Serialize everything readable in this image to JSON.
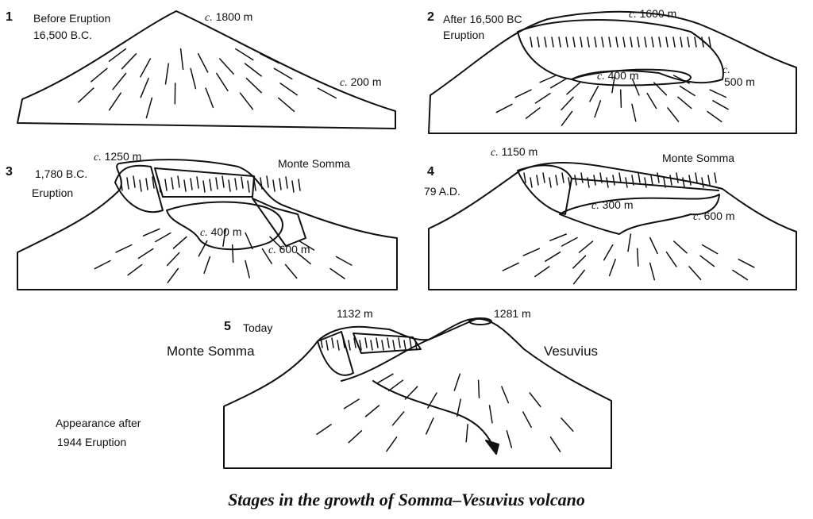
{
  "caption": "Stages in the growth of Somma–Vesuvius volcano",
  "stages": [
    {
      "number": "1",
      "title_line1": "Before  Eruption",
      "title_line2": "16,500 B.C.",
      "summit_alt": "1800 m",
      "flank_alt": "200 m"
    },
    {
      "number": "2",
      "title_line1": "After 16,500 BC",
      "title_line2": "Eruption",
      "rim_alt": "1600 m",
      "crater_alt": "400 m",
      "low_rim_alt": "500 m"
    },
    {
      "number": "3",
      "title_line1": "1,780 B.C.",
      "title_line2": "Eruption",
      "rim_alt": "1250 m",
      "crater_alt": "400 m",
      "low_rim_alt": "600 m",
      "name": "Monte Somma"
    },
    {
      "number": "4",
      "title_line1": "79 A.D.",
      "rim_alt": "1150 m",
      "crater_alt": "300 m",
      "low_rim_alt": "600 m",
      "name": "Monte Somma"
    },
    {
      "number": "5",
      "title_line1": "Today",
      "somma_alt": "1132 m",
      "vesuvius_alt": "1281 m",
      "somma_name": "Monte Somma",
      "vesuvius_name": "Vesuvius",
      "note_line1": "Appearance after",
      "note_line2": "1944 Eruption"
    }
  ],
  "alt_prefix": "c."
}
